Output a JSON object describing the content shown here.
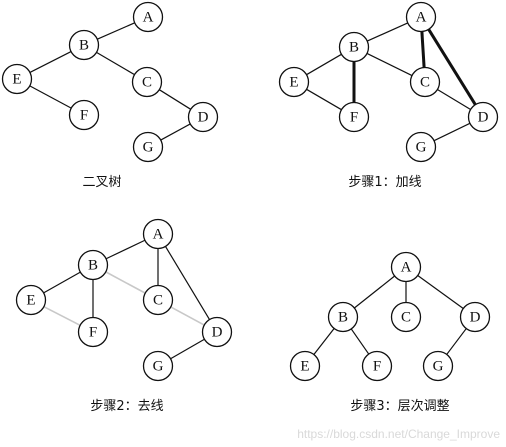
{
  "panels": [
    {
      "id": "binary-tree",
      "caption": "二叉树",
      "nodes": [
        "A",
        "B",
        "C",
        "D",
        "E",
        "F",
        "G"
      ],
      "edges": [
        {
          "from": "A",
          "to": "B",
          "style": "normal"
        },
        {
          "from": "B",
          "to": "E",
          "style": "normal"
        },
        {
          "from": "E",
          "to": "F",
          "style": "normal"
        },
        {
          "from": "B",
          "to": "C",
          "style": "normal"
        },
        {
          "from": "C",
          "to": "D",
          "style": "normal"
        },
        {
          "from": "D",
          "to": "G",
          "style": "normal"
        }
      ]
    },
    {
      "id": "step1-add-lines",
      "caption": "步骤1：加线",
      "nodes": [
        "A",
        "B",
        "C",
        "D",
        "E",
        "F",
        "G"
      ],
      "edges": [
        {
          "from": "A",
          "to": "B",
          "style": "normal"
        },
        {
          "from": "B",
          "to": "E",
          "style": "normal"
        },
        {
          "from": "E",
          "to": "F",
          "style": "normal"
        },
        {
          "from": "B",
          "to": "C",
          "style": "normal"
        },
        {
          "from": "C",
          "to": "D",
          "style": "normal"
        },
        {
          "from": "D",
          "to": "G",
          "style": "normal"
        },
        {
          "from": "B",
          "to": "F",
          "style": "thick"
        },
        {
          "from": "A",
          "to": "C",
          "style": "thick"
        },
        {
          "from": "A",
          "to": "D",
          "style": "thick"
        }
      ]
    },
    {
      "id": "step2-remove-lines",
      "caption": "步骤2：去线",
      "nodes": [
        "A",
        "B",
        "C",
        "D",
        "E",
        "F",
        "G"
      ],
      "edges": [
        {
          "from": "A",
          "to": "B",
          "style": "normal"
        },
        {
          "from": "B",
          "to": "E",
          "style": "normal"
        },
        {
          "from": "B",
          "to": "F",
          "style": "normal"
        },
        {
          "from": "A",
          "to": "C",
          "style": "normal"
        },
        {
          "from": "A",
          "to": "D",
          "style": "normal"
        },
        {
          "from": "D",
          "to": "G",
          "style": "normal"
        },
        {
          "from": "B",
          "to": "C",
          "style": "faint"
        },
        {
          "from": "E",
          "to": "F",
          "style": "faint"
        },
        {
          "from": "C",
          "to": "D",
          "style": "faint"
        }
      ]
    },
    {
      "id": "step3-adjust-levels",
      "caption": "步骤3：层次调整",
      "nodes": [
        "A",
        "B",
        "C",
        "D",
        "E",
        "F",
        "G"
      ],
      "edges": [
        {
          "from": "A",
          "to": "B",
          "style": "normal"
        },
        {
          "from": "A",
          "to": "C",
          "style": "normal"
        },
        {
          "from": "A",
          "to": "D",
          "style": "normal"
        },
        {
          "from": "B",
          "to": "E",
          "style": "normal"
        },
        {
          "from": "B",
          "to": "F",
          "style": "normal"
        },
        {
          "from": "D",
          "to": "G",
          "style": "normal"
        }
      ]
    }
  ],
  "watermark": "https://blog.csdn.net/Change_Improve"
}
